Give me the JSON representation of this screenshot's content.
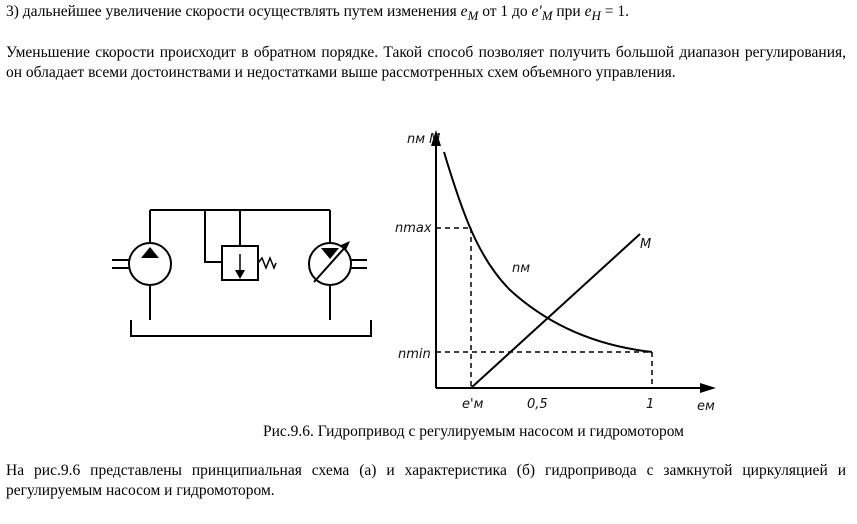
{
  "intro_line": {
    "prefix": "3) дальнейшее увеличение скорости осуществлять путем изменения ",
    "var1": "e",
    "var1_sub": "M",
    "mid1": " от 1 до ",
    "var2": "e'",
    "var2_sub": "M",
    "mid2": " при ",
    "var3": "e",
    "var3_sub": "H",
    "suffix": " = 1."
  },
  "paragraph2": "Уменьшение скорости происходит в обратном порядке. Такой способ позволяет получить большой диапазон регулирования, он обладает всеми достоинствами и недостатками выше рассмотренных схем объемного управления.",
  "figure": {
    "caption": "Рис.9.6. Гидропривод с регулируемым насосом и гидромотором",
    "graph_labels": {
      "y_axis": "nм M",
      "n_max": "nmax",
      "n_min": "nmin",
      "curve_n": "nм",
      "line_m": "M",
      "x_tick_e": "e'м",
      "x_tick_05": "0,5",
      "x_tick_1": "1",
      "x_axis": "eм"
    }
  },
  "chart_data": {
    "type": "line",
    "title": "",
    "xlabel": "eм",
    "ylabel": "nм, M",
    "x_ticks": [
      "e'м",
      "0,5",
      "1"
    ],
    "y_ticks": [
      "nmax",
      "nmin"
    ],
    "series": [
      {
        "name": "nм",
        "x": [
          0.16,
          0.3,
          0.5,
          0.7,
          1.0
        ],
        "y": [
          0.78,
          0.52,
          0.34,
          0.22,
          0.14
        ],
        "shape": "hyperbola, decreasing"
      },
      {
        "name": "M",
        "x": [
          0.16,
          1.0
        ],
        "y": [
          0.0,
          0.74
        ],
        "shape": "linear, increasing"
      }
    ]
  },
  "paragraph3": "На рис.9.6 представлены принципиальная схема (а) и характеристика (б) гидропривода с замкнутой циркуляцией и регулируемым насосом и гидромотором."
}
